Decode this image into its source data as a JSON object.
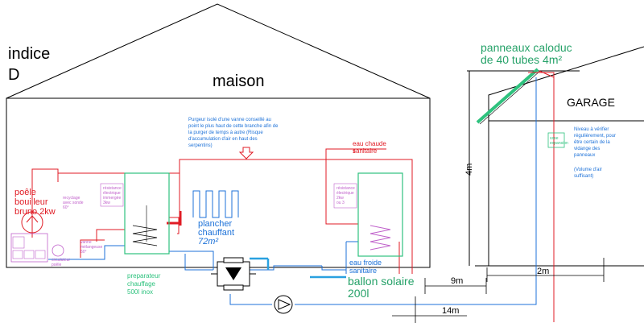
{
  "title": {
    "indice_line1": "indice",
    "indice_line2": "D",
    "house": "maison",
    "garage": "GARAGE"
  },
  "labels": {
    "purge_note": [
      "Purgeur isolé d'une vanne  conseillé au",
      "point le plus haut de cette branche afin de",
      "la purger de temps à autre (Risque",
      "d'accumulation d'air en haut des",
      "serpentins)"
    ],
    "hot_water": [
      "eau chaude",
      "sanitaire"
    ],
    "cold_water": [
      "eau froide",
      "sanitaire"
    ],
    "stove": [
      "poêle",
      "bouilleur",
      "bruno 2kw"
    ],
    "floor_heating": [
      "plancher",
      "chauffant",
      "72m²"
    ],
    "buffer_tank": [
      "preparateur",
      "chauffage",
      "500l inox"
    ],
    "solar_tank": [
      "ballon solaire",
      "200l"
    ],
    "panels": [
      "panneaux caloduc",
      "de 40 tubes 4m²"
    ],
    "expansion_note": [
      "Niveau à vérifier",
      "régulièrement, pour",
      "être certain de la",
      "vidange des",
      "panneaux",
      "(Volume d'air",
      "suffisant)"
    ],
    "expansion_box": [
      "vase",
      "expansion"
    ],
    "buffer_heater": [
      "résistance",
      "électrique",
      "immergée",
      "3kw"
    ],
    "solar_heater": [
      "résistance",
      "électrique",
      "2kw",
      "ou 3"
    ],
    "small_stove_labels": [
      "recyclage",
      "avec sonde",
      "60°"
    ],
    "small_mix_label": [
      "vanne",
      "mélangeuse",
      "60°"
    ],
    "small_circ_label": [
      "circulateur",
      "poêle"
    ]
  },
  "dimensions": {
    "height": "4m",
    "horiz_2m": "2m",
    "horiz_9m": "9m",
    "horiz_14m": "14m"
  },
  "colors": {
    "hot": "#e01b24",
    "cold": "#1c71d8",
    "cyan": "#2aa1e0",
    "tank": "#2ec27e",
    "coil": "#c061cb",
    "wall": "#000000"
  }
}
